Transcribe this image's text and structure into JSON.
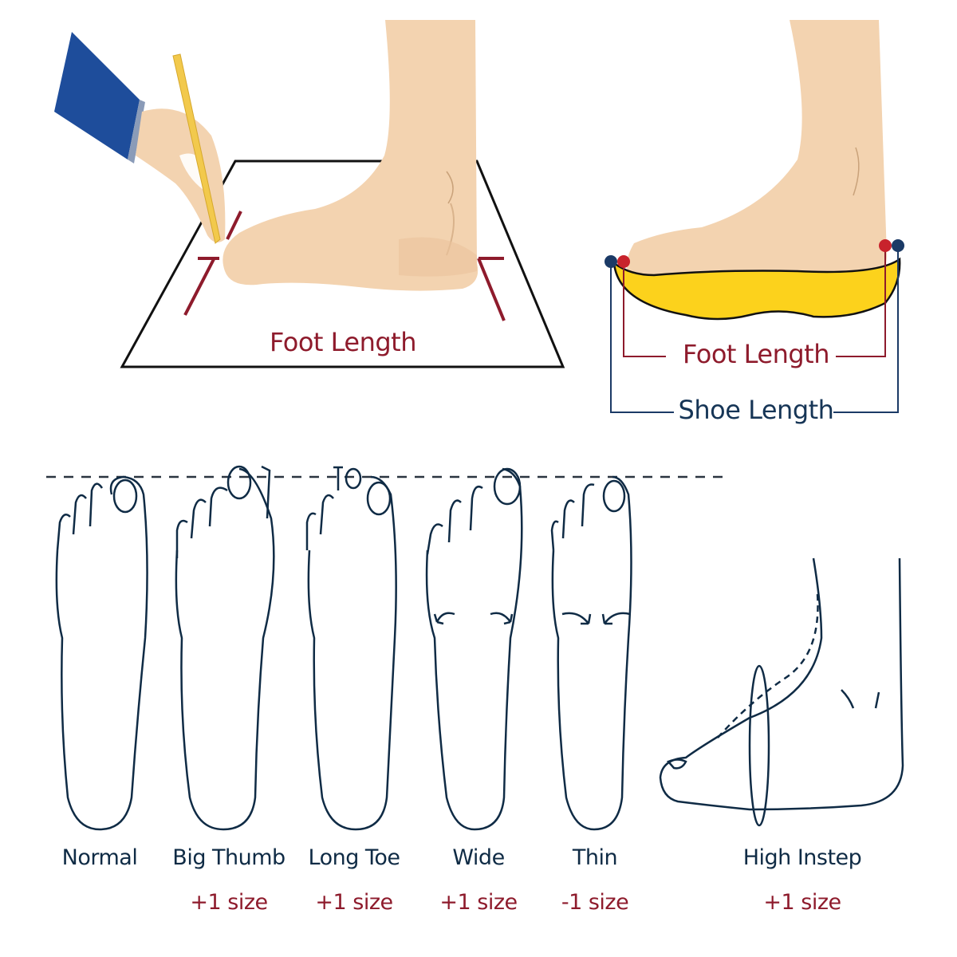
{
  "measure_section": {
    "left_panel": {
      "label": "Foot Length"
    },
    "right_panel": {
      "foot_label": "Foot Length",
      "shoe_label": "Shoe Length"
    }
  },
  "foot_types": [
    {
      "name": "Normal",
      "adjustment": ""
    },
    {
      "name": "Big Thumb",
      "adjustment": "+1 size"
    },
    {
      "name": "Long Toe",
      "adjustment": "+1 size"
    },
    {
      "name": "Wide",
      "adjustment": "+1 size"
    },
    {
      "name": "Thin",
      "adjustment": "-1 size"
    },
    {
      "name": "High Instep",
      "adjustment": "+1 size"
    }
  ],
  "colors": {
    "skin": "#f3d3b0",
    "skin_shade": "#ebc39d",
    "sleeve": "#1e4d9b",
    "pencil": "#f2c94c",
    "mark_red": "#8e1b2c",
    "dot_red": "#c8232c",
    "dot_navy": "#1b3a66",
    "insole_yellow": "#fcd21c",
    "line_navy": "#0f2b45"
  }
}
